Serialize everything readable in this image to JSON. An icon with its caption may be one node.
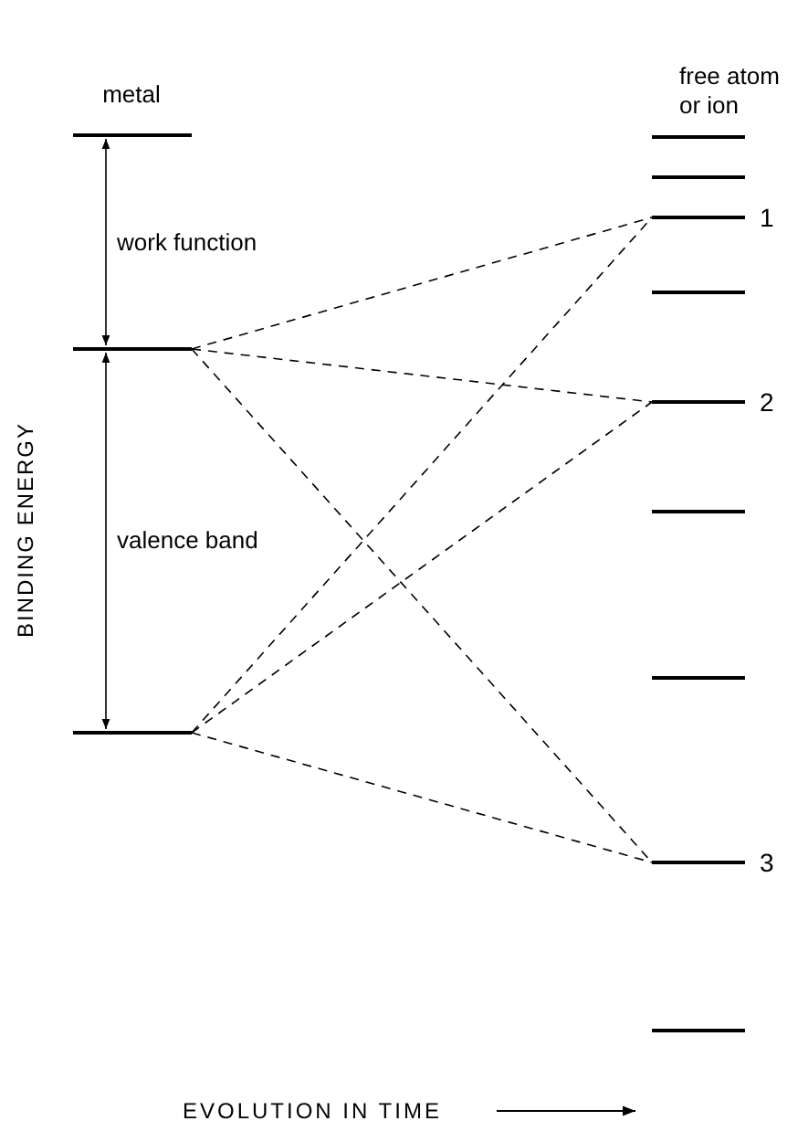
{
  "diagram": {
    "nodes": [
      {
        "text": [],
        "shape": "bar"
      },
      {
        "text": [],
        "shape": "bar"
      },
      {
        "text": [],
        "shape": "bar"
      },
      {
        "text": [],
        "shape": "bar"
      },
      {
        "text": [],
        "shape": "bar"
      },
      {
        "text": [],
        "shape": "bar",
        "beside": [
          "1"
        ]
      },
      {
        "text": [],
        "shape": "bar"
      },
      {
        "text": [],
        "shape": "bar",
        "beside": [
          "2"
        ]
      },
      {
        "text": [],
        "shape": "bar"
      },
      {
        "text": [],
        "shape": "bar"
      },
      {
        "text": [],
        "shape": "bar",
        "beside": [
          "3"
        ]
      },
      {
        "text": [],
        "shape": "bar"
      }
    ],
    "edges": [
      {
        "from": 1,
        "to": 5,
        "arrow": "none",
        "style": "dashed"
      },
      {
        "from": 1,
        "to": 7,
        "arrow": "none",
        "style": "dashed"
      },
      {
        "from": 1,
        "to": 10,
        "arrow": "none",
        "style": "dashed"
      },
      {
        "from": 2,
        "to": 5,
        "arrow": "none",
        "style": "dashed"
      },
      {
        "from": 2,
        "to": 7,
        "arrow": "none",
        "style": "dashed"
      },
      {
        "from": 2,
        "to": 10,
        "arrow": "none",
        "style": "dashed"
      },
      {
        "from": 0,
        "to": 1,
        "arrow": "both",
        "label": "work function"
      },
      {
        "from": 1,
        "to": 2,
        "arrow": "both",
        "label": "valence band"
      }
    ],
    "labels": [
      "metal",
      "free atom or ion",
      "BINDING ENERGY",
      "EVOLUTION IN TIME"
    ]
  }
}
